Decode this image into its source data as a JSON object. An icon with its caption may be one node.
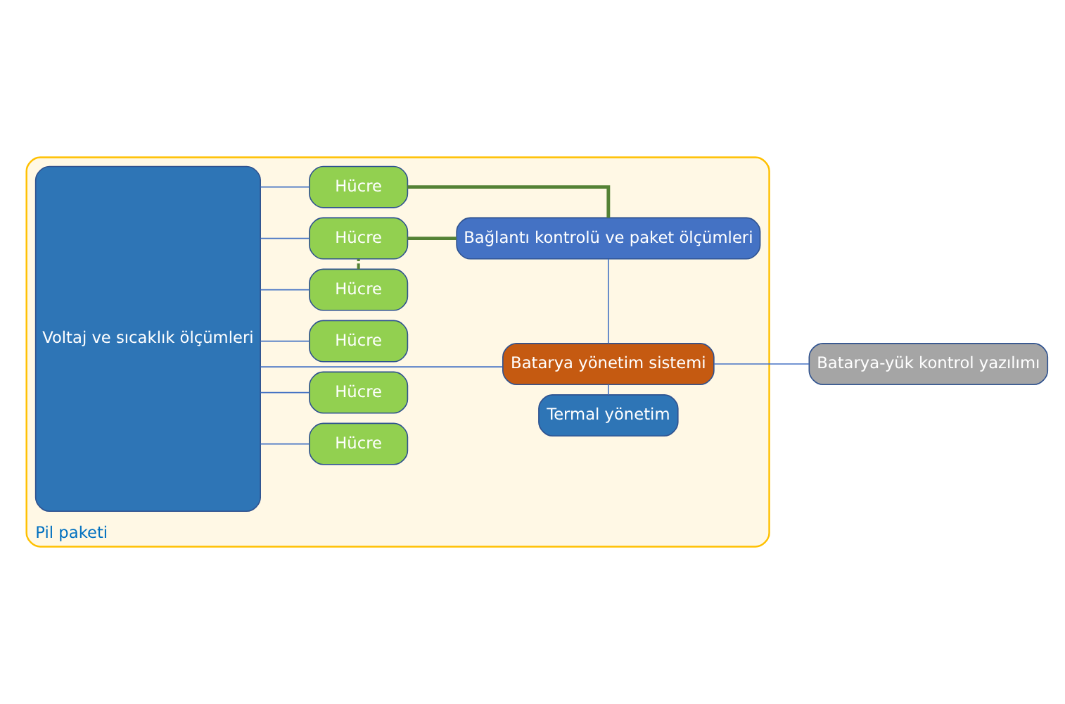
{
  "diagram": {
    "nodes": [
      {
        "text": [
          "Pil paketi"
        ]
      },
      {
        "text": [
          "Voltaj ve sıcaklık ölçümleri"
        ],
        "in": 0
      },
      {
        "text": [
          "Hücre"
        ],
        "in": 0
      },
      {
        "text": [
          "Hücre"
        ],
        "in": 0
      },
      {
        "text": [
          "Hücre"
        ],
        "in": 0
      },
      {
        "text": [
          "Hücre"
        ],
        "in": 0
      },
      {
        "text": [
          "Hücre"
        ],
        "in": 0
      },
      {
        "text": [
          "Hücre"
        ],
        "in": 0
      },
      {
        "text": [
          "Termal yönetim"
        ],
        "in": 0
      },
      {
        "text": [
          "Batarya yönetim sistemi"
        ],
        "in": 0
      },
      {
        "text": [
          "Bağlantı kontrolü ve paket ölçümleri"
        ],
        "in": 0
      },
      {
        "text": [
          "Batarya-yük kontrol yazılımı"
        ]
      }
    ],
    "edges": [
      {
        "from": 1,
        "to": 2,
        "arrow": "none"
      },
      {
        "from": 1,
        "to": 3,
        "arrow": "none"
      },
      {
        "from": 1,
        "to": 4,
        "arrow": "none"
      },
      {
        "from": 1,
        "to": 5,
        "arrow": "none"
      },
      {
        "from": 1,
        "to": 6,
        "arrow": "none"
      },
      {
        "from": 1,
        "to": 7,
        "arrow": "none"
      },
      {
        "from": 1,
        "to": 9,
        "arrow": "none"
      },
      {
        "from": 6,
        "to": 7,
        "arrow": "none",
        "style": "dashed",
        "color": "#548235"
      },
      {
        "from": 2,
        "to": 10,
        "arrow": "none",
        "style": "thick",
        "color": "#548235"
      },
      {
        "from": 7,
        "to": 10,
        "arrow": "none",
        "style": "thick",
        "color": "#548235"
      },
      {
        "from": 8,
        "to": 9,
        "arrow": "none"
      },
      {
        "from": 9,
        "to": 10,
        "arrow": "none"
      },
      {
        "from": 9,
        "to": 11,
        "arrow": "none"
      }
    ]
  }
}
